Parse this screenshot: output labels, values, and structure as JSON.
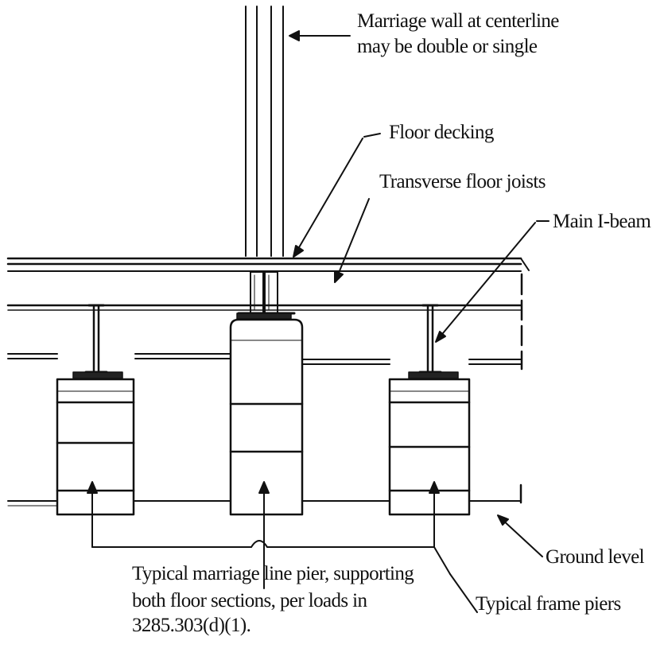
{
  "labels": {
    "marriage_wall_line1": "Marriage wall at centerline",
    "marriage_wall_line2": "may be double or single",
    "floor_decking": "Floor decking",
    "floor_joists": "Transverse floor joists",
    "main_beam": "Main I-beam",
    "ground_level": "Ground level",
    "marriage_pier_line1": "Typical marriage line pier, supporting",
    "marriage_pier_line2": "both floor sections, per loads in",
    "marriage_pier_line3": "3285.303(d)(1).",
    "frame_piers": "Typical frame piers"
  },
  "colors": {
    "ink": "#111111",
    "paper": "#ffffff"
  }
}
